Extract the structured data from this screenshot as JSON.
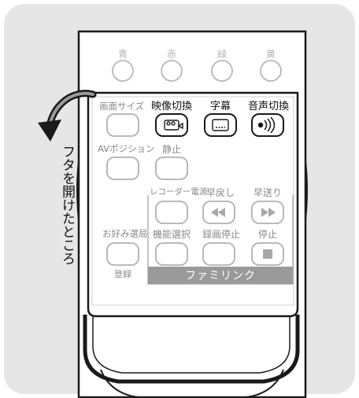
{
  "color_buttons": [
    "青",
    "赤",
    "緑",
    "黄"
  ],
  "buttons": {
    "screen_size": "画面サイズ",
    "video_switch": "映像切換",
    "subtitle": "字幕",
    "audio_switch": "音声切換",
    "av_position": "AVポジション",
    "pause": "静止",
    "recorder_power": "レコーダー電源",
    "rewind": "早戻し",
    "fast_forward": "早送り",
    "favorite_select": "お好み選局",
    "function_select": "機能選択",
    "record_stop": "録画停止",
    "stop": "停止",
    "register": "登録"
  },
  "familink_banner": "ファミリンク",
  "side_label": "フタを開けたところ",
  "icons": {
    "video_switch": "camera-icon",
    "subtitle": "subtitle-box-icon",
    "audio_switch": "sound-waves-icon",
    "rewind": "rewind-icon",
    "fast_forward": "fast-forward-icon",
    "stop": "stop-square-icon",
    "open_arrow": "curved-arrow-icon"
  },
  "colors": {
    "background": "#e6e6e6",
    "remote_body": "#ffffff",
    "banner": "#9a9a9a",
    "outline": "#1a1a1a",
    "faded": "#b0b0b0"
  }
}
